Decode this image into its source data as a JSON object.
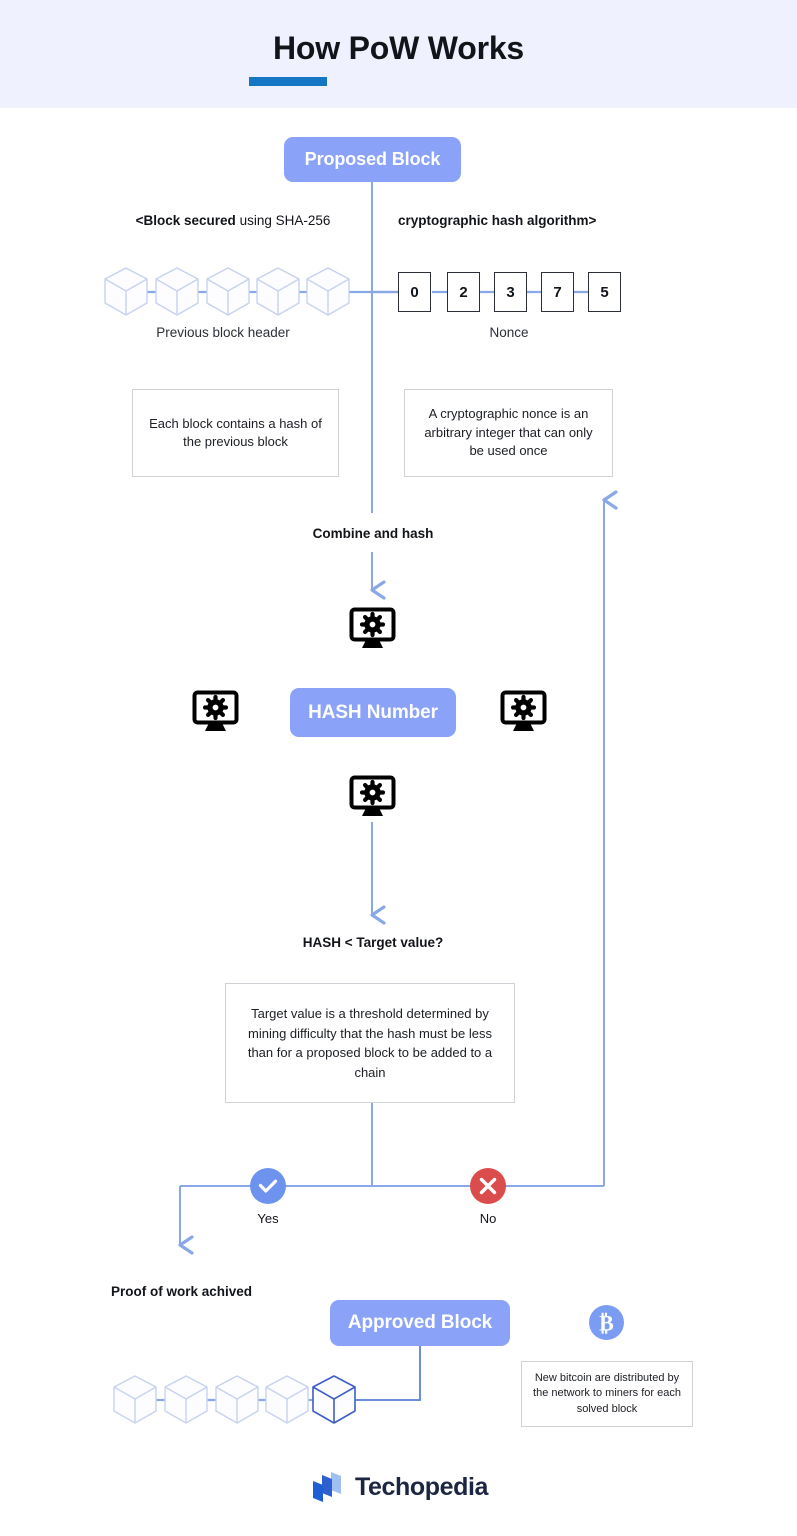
{
  "header": {
    "title": "How PoW Works",
    "accent_color": "#1577c4",
    "background_color": "#eff2fe"
  },
  "theme": {
    "pill_blue": "#8aa2f7",
    "line_blue": "#8aa8e8",
    "cube_outline": "#c7d2ef",
    "cube_outline_dark": "#3d5fc4",
    "yes_color": "#6e93ef",
    "no_color": "#db4c4c",
    "bitcoin_color": "#7b9cf3",
    "box_border": "#cfd2d6",
    "text_color": "#12141a"
  },
  "nodes": {
    "proposed_block": "Proposed Block",
    "hash_number": "HASH Number",
    "approved_block": "Approved Block"
  },
  "labels": {
    "sha_prefix": "<Block secured",
    "sha_rest": " using SHA-256",
    "crypto_algorithm": "cryptographic hash algorithm>",
    "previous_block_header": "Previous block header",
    "nonce": "Nonce",
    "combine_and_hash": "Combine and hash",
    "hash_target_question": "HASH < Target value?",
    "yes": "Yes",
    "no": "No",
    "proof_of_work_achieved": "Proof of work achived"
  },
  "callouts": {
    "each_block": "Each block contains a hash of the previous block",
    "nonce_desc": "A cryptographic nonce is an arbitrary integer that can only be used once",
    "target_value": "Target value is a threshold determined by mining difficulty that the hash must be less than for a proposed block to be added to a chain",
    "bitcoin_reward": "New bitcoin are distributed by the network to miners for each solved block"
  },
  "nonce_digits": [
    "0",
    "2",
    "3",
    "7",
    "5"
  ],
  "chains": {
    "top_chain_cubes": 5,
    "bottom_chain_cubes": 5,
    "bottom_chain_highlight_index": 4
  },
  "icons": {
    "monitor_count": 4,
    "monitor": "monitor-gear-icon",
    "yes": "check-circle-icon",
    "no": "x-circle-icon",
    "bitcoin": "bitcoin-coin-icon"
  },
  "footer": {
    "brand": "Techopedia",
    "logo_colors": [
      "#1f5fd6",
      "#2f5fd0",
      "#9fc0f0"
    ]
  }
}
